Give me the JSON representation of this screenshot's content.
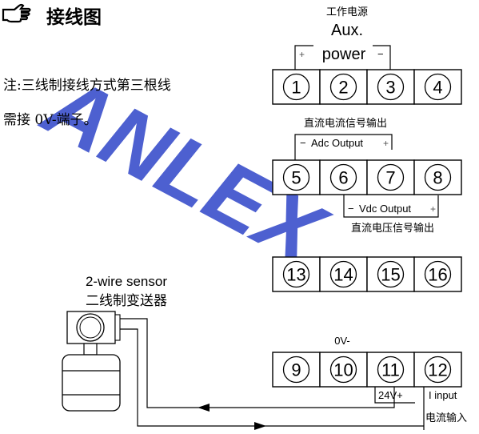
{
  "title": "接线图",
  "title_icon": "pointing-hand-icon",
  "note": {
    "line1": "注:三线制接线方式第三根线",
    "line2": "需接 0V-端子。"
  },
  "watermark": "ANLEX",
  "aux": {
    "label_cn": "工作电源",
    "label_en_1": "Aux.",
    "label_en_2": "power",
    "plus": "+",
    "minus": "−"
  },
  "adc": {
    "label_cn": "直流电流信号输出",
    "label": "Adc Output",
    "minus": "−",
    "plus": "+"
  },
  "vdc": {
    "label_cn": "直流电压信号输出",
    "label": "Vdc Output",
    "minus": "−",
    "plus": "+"
  },
  "terminal_rows": [
    {
      "id": "row-1",
      "terminals": [
        "1",
        "2",
        "3",
        "4"
      ]
    },
    {
      "id": "row-2",
      "terminals": [
        "5",
        "6",
        "7",
        "8"
      ]
    },
    {
      "id": "row-3",
      "terminals": [
        "13",
        "14",
        "15",
        "16"
      ]
    },
    {
      "id": "row-4",
      "terminals": [
        "9",
        "10",
        "11",
        "12"
      ]
    }
  ],
  "sensor": {
    "label_en": "2-wire sensor",
    "label_cn": "二线制变送器"
  },
  "bottom": {
    "zero_v": "0V-",
    "v24": "24V+",
    "i_input": "I input",
    "i_input_cn": "电流输入"
  },
  "colors": {
    "watermark": "#2f45c8"
  }
}
